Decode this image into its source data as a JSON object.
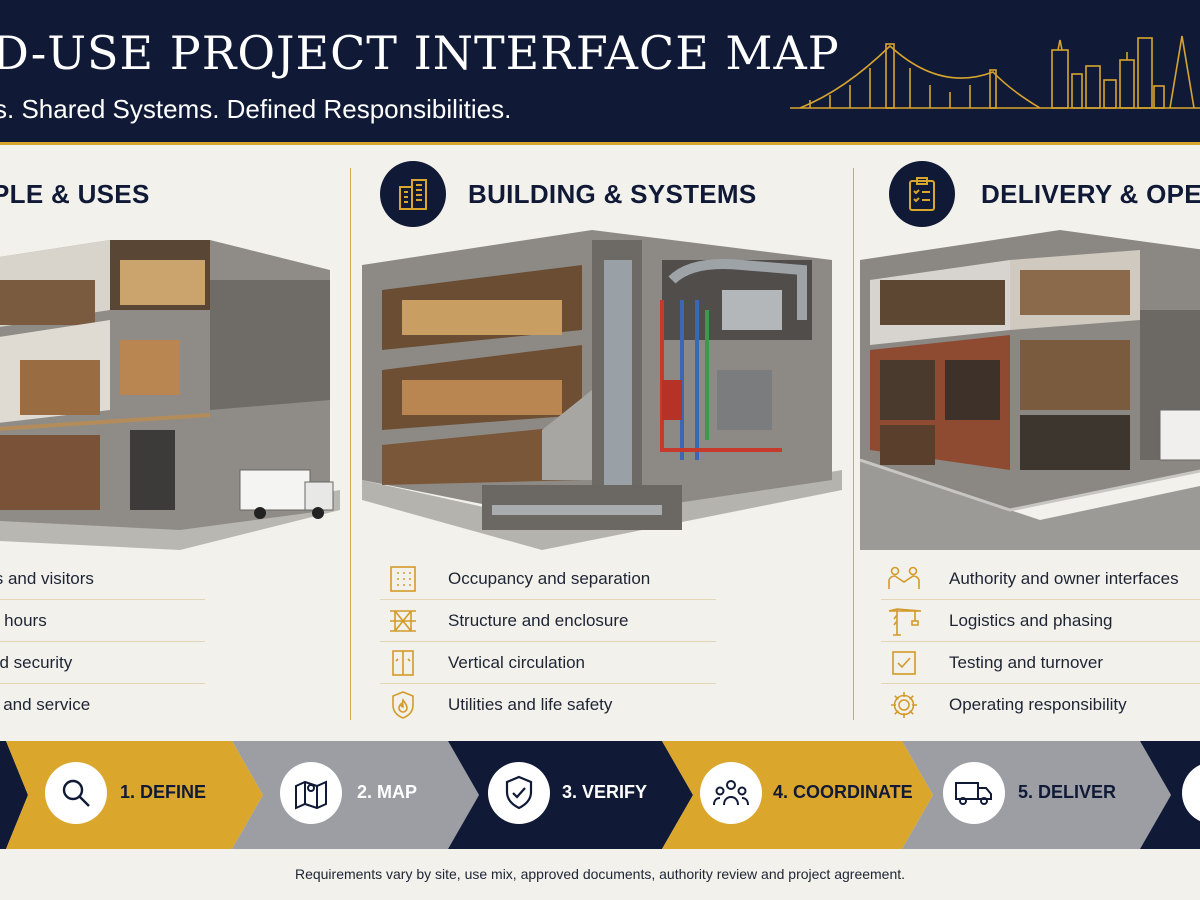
{
  "header": {
    "title": "D-USE PROJECT INTERFACE MAP",
    "subtitle": "s. Shared Systems. Defined Responsibilities."
  },
  "columns": [
    {
      "title": "PLE & USES",
      "items": [
        {
          "label": "ts and visitors",
          "icon": "people-icon"
        },
        {
          "label": "g hours",
          "icon": "clock-icon"
        },
        {
          "label": "nd security",
          "icon": "lock-icon"
        },
        {
          "label": "s and service",
          "icon": "truck-icon"
        }
      ]
    },
    {
      "title": "BUILDING & SYSTEMS",
      "badge_icon": "building-icon",
      "items": [
        {
          "label": "Occupancy and separation",
          "icon": "grid-plan-icon"
        },
        {
          "label": "Structure and enclosure",
          "icon": "structure-frame-icon"
        },
        {
          "label": "Vertical circulation",
          "icon": "elevator-icon"
        },
        {
          "label": "Utilities and life safety",
          "icon": "flame-shield-icon"
        }
      ]
    },
    {
      "title": "DELIVERY & OPER",
      "badge_icon": "checklist-icon",
      "items": [
        {
          "label": "Authority and owner interfaces",
          "icon": "handshake-icon"
        },
        {
          "label": "Logistics and phasing",
          "icon": "crane-icon"
        },
        {
          "label": "Testing and turnover",
          "icon": "checkbox-icon"
        },
        {
          "label": "Operating responsibility",
          "icon": "gear-icon"
        }
      ]
    }
  ],
  "steps": [
    {
      "label": "1. DEFINE",
      "icon": "magnifier-icon",
      "color": "#dba62c"
    },
    {
      "label": "2. MAP",
      "icon": "map-pin-icon",
      "color": "#9c9ea4"
    },
    {
      "label": "3. VERIFY",
      "icon": "shield-check-icon",
      "color": "#101a36"
    },
    {
      "label": "4. COORDINATE",
      "icon": "team-icon",
      "color": "#dba62c"
    },
    {
      "label": "5. DELIVER",
      "icon": "delivery-truck-icon",
      "color": "#9c9ea4"
    }
  ],
  "footer": "Requirements vary by site, use mix, approved documents, authority review and project agreement.",
  "colors": {
    "navy": "#101a36",
    "gold": "#dba62c",
    "gray": "#9c9ea4",
    "background": "#f3f1ec"
  }
}
